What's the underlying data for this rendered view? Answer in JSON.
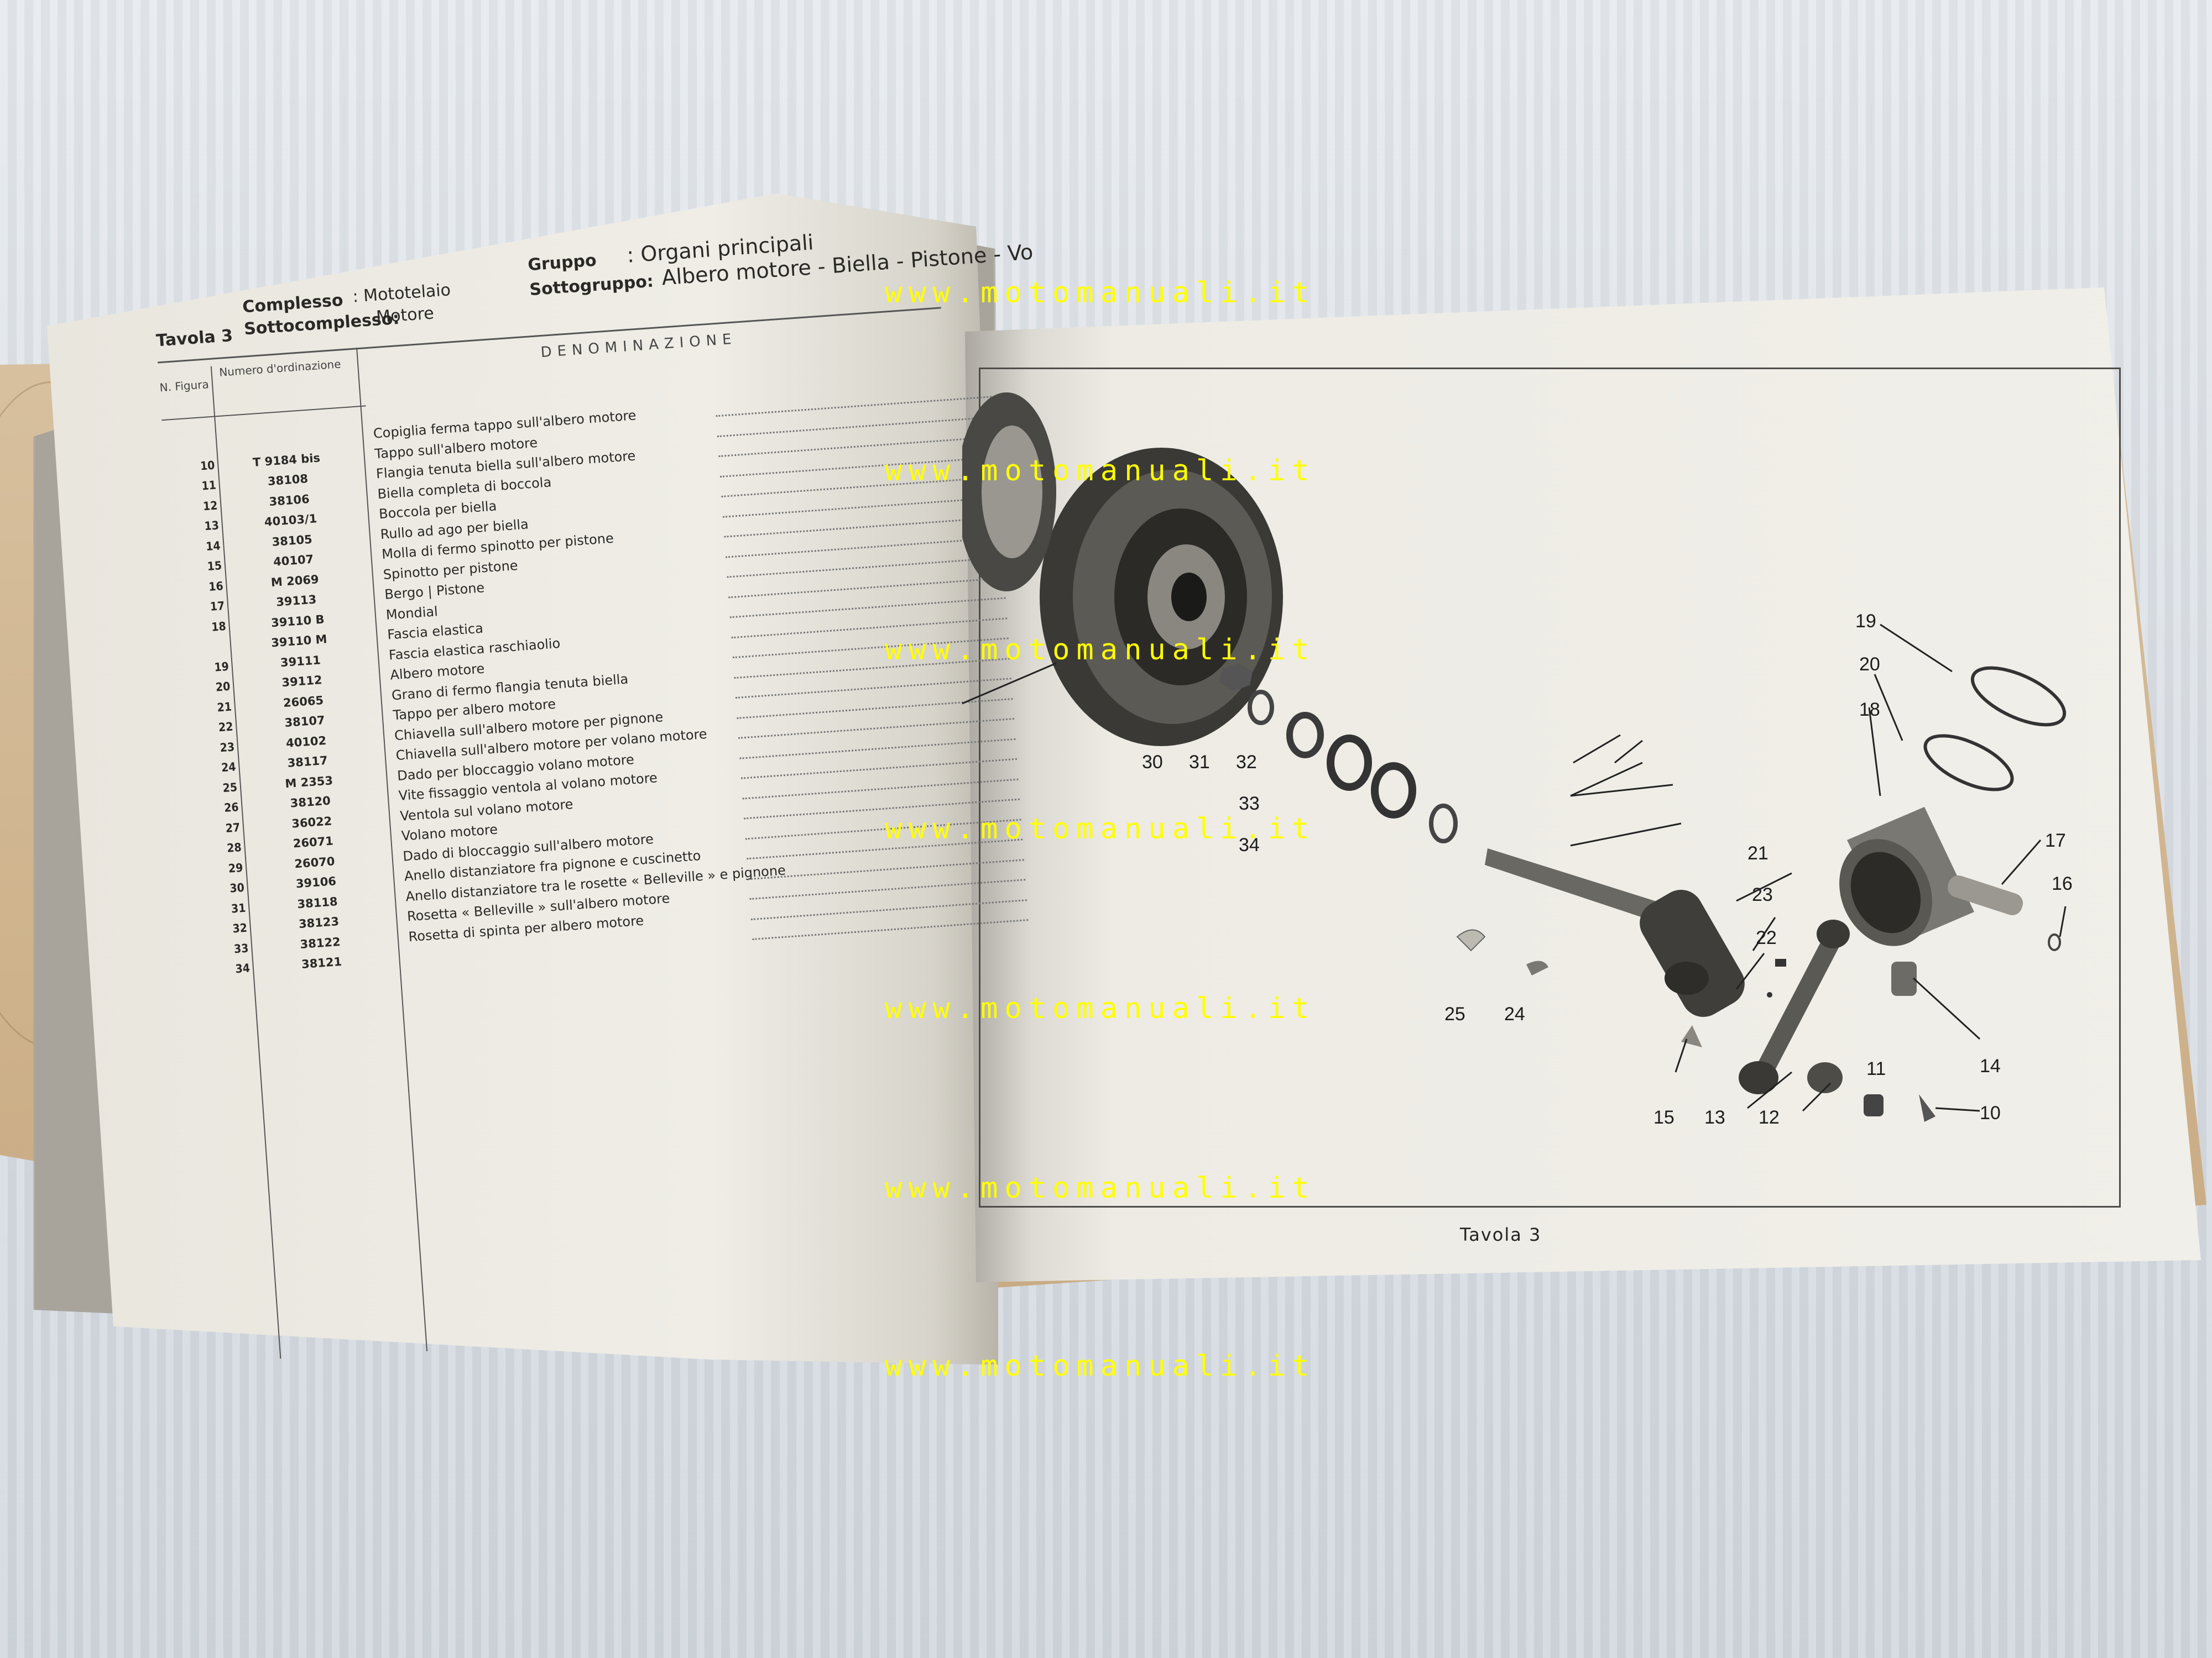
{
  "watermark": "www.motomanuali.it",
  "left_page": {
    "tavola": "Tavola 3",
    "complesso_label": "Complesso",
    "complesso_value": ": Mototelaio",
    "sottocomplesso_label": "Sottocomplesso:",
    "sottocomplesso_value": "Motore",
    "gruppo_label": "Gruppo",
    "gruppo_value": ": Organi principali",
    "sottogruppo_label": "Sottogruppo:",
    "sottogruppo_value": "Albero motore - Biella - Pistone - Vo",
    "col_figura": "N. Figura",
    "col_ordinazione": "Numero d'ordinazione",
    "col_denominazione": "DENOMINAZIONE",
    "rows": [
      {
        "n": "",
        "code": "",
        "desc": "Copiglia ferma tappo sull'albero motore"
      },
      {
        "n": "10",
        "code": "T 9184 bis",
        "desc": "Tappo sull'albero motore"
      },
      {
        "n": "11",
        "code": "38108",
        "desc": "Flangia tenuta biella sull'albero motore"
      },
      {
        "n": "12",
        "code": "38106",
        "desc": "Biella completa di boccola"
      },
      {
        "n": "13",
        "code": "40103/1",
        "desc": "Boccola per biella"
      },
      {
        "n": "14",
        "code": "38105",
        "desc": "Rullo ad ago per biella"
      },
      {
        "n": "15",
        "code": "40107",
        "desc": "Molla di fermo spinotto per pistone"
      },
      {
        "n": "16",
        "code": "M 2069",
        "desc": "Spinotto per pistone"
      },
      {
        "n": "17",
        "code": "39113",
        "desc": "Bergo | Pistone"
      },
      {
        "n": "18",
        "code": "39110 B",
        "desc": "Mondial"
      },
      {
        "n": "",
        "code": "39110 M",
        "desc": "Fascia elastica"
      },
      {
        "n": "19",
        "code": "39111",
        "desc": "Fascia elastica raschiaolio"
      },
      {
        "n": "20",
        "code": "39112",
        "desc": "Albero motore"
      },
      {
        "n": "21",
        "code": "26065",
        "desc": "Grano di fermo flangia tenuta biella"
      },
      {
        "n": "22",
        "code": "38107",
        "desc": "Tappo per albero motore"
      },
      {
        "n": "23",
        "code": "40102",
        "desc": "Chiavella sull'albero motore per pignone"
      },
      {
        "n": "24",
        "code": "38117",
        "desc": "Chiavella sull'albero motore per volano motore"
      },
      {
        "n": "25",
        "code": "M 2353",
        "desc": "Dado per bloccaggio volano motore"
      },
      {
        "n": "26",
        "code": "38120",
        "desc": "Vite fissaggio ventola al volano motore"
      },
      {
        "n": "27",
        "code": "36022",
        "desc": "Ventola sul volano motore"
      },
      {
        "n": "28",
        "code": "26071",
        "desc": "Volano motore"
      },
      {
        "n": "29",
        "code": "26070",
        "desc": "Dado di bloccaggio sull'albero motore"
      },
      {
        "n": "30",
        "code": "39106",
        "desc": "Anello distanziatore fra pignone e cuscinetto"
      },
      {
        "n": "31",
        "code": "38118",
        "desc": "Anello distanziatore tra le rosette « Belleville » e pignone"
      },
      {
        "n": "32",
        "code": "38123",
        "desc": "Rosetta « Belleville » sull'albero motore"
      },
      {
        "n": "33",
        "code": "38122",
        "desc": "Rosetta di spinta per albero motore"
      },
      {
        "n": "34",
        "code": "38121",
        "desc": ""
      }
    ]
  },
  "right_page": {
    "footer": "Tavola 3",
    "callouts": [
      "19",
      "20",
      "18",
      "17",
      "16",
      "21",
      "23",
      "22",
      "25",
      "24",
      "14",
      "15",
      "13",
      "12",
      "11",
      "10",
      "30",
      "31",
      "32",
      "33",
      "34"
    ]
  }
}
